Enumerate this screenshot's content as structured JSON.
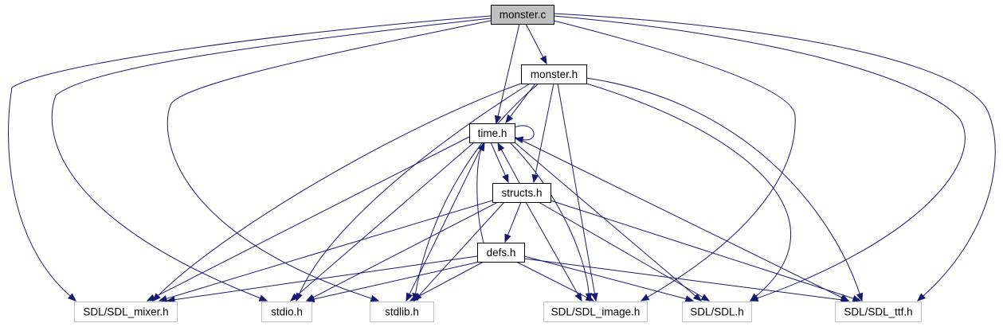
{
  "graph": {
    "title": "",
    "colors": {
      "edge": "#191970",
      "focus_fill": "#bfbfbf",
      "focus_stroke": "#000000",
      "documented_stroke": "#000000",
      "external_stroke": "#bfbfbf",
      "node_fill": "#ffffff"
    },
    "nodes": [
      {
        "id": "monster_c",
        "label": "monster.c",
        "kind": "focus"
      },
      {
        "id": "monster_h",
        "label": "monster.h",
        "kind": "documented"
      },
      {
        "id": "time_h",
        "label": "time.h",
        "kind": "documented"
      },
      {
        "id": "structs_h",
        "label": "structs.h",
        "kind": "documented"
      },
      {
        "id": "defs_h",
        "label": "defs.h",
        "kind": "documented"
      },
      {
        "id": "sdl_mixer_h",
        "label": "SDL/SDL_mixer.h",
        "kind": "external"
      },
      {
        "id": "stdio_h",
        "label": "stdio.h",
        "kind": "external"
      },
      {
        "id": "stdlib_h",
        "label": "stdlib.h",
        "kind": "external"
      },
      {
        "id": "sdl_image_h",
        "label": "SDL/SDL_image.h",
        "kind": "external"
      },
      {
        "id": "sdl_h",
        "label": "SDL/SDL.h",
        "kind": "external"
      },
      {
        "id": "sdl_ttf_h",
        "label": "SDL/SDL_ttf.h",
        "kind": "external"
      }
    ],
    "edges": [
      {
        "from": "monster_c",
        "to": "monster_h"
      },
      {
        "from": "monster_c",
        "to": "time_h"
      },
      {
        "from": "monster_c",
        "to": "sdl_mixer_h"
      },
      {
        "from": "monster_c",
        "to": "stdio_h"
      },
      {
        "from": "monster_c",
        "to": "stdlib_h"
      },
      {
        "from": "monster_c",
        "to": "sdl_image_h"
      },
      {
        "from": "monster_c",
        "to": "sdl_h"
      },
      {
        "from": "monster_c",
        "to": "sdl_ttf_h"
      },
      {
        "from": "monster_h",
        "to": "time_h"
      },
      {
        "from": "monster_h",
        "to": "structs_h"
      },
      {
        "from": "monster_h",
        "to": "sdl_mixer_h"
      },
      {
        "from": "monster_h",
        "to": "stdio_h"
      },
      {
        "from": "monster_h",
        "to": "stdlib_h"
      },
      {
        "from": "monster_h",
        "to": "sdl_image_h"
      },
      {
        "from": "monster_h",
        "to": "sdl_h"
      },
      {
        "from": "monster_h",
        "to": "sdl_ttf_h"
      },
      {
        "from": "time_h",
        "to": "time_h"
      },
      {
        "from": "time_h",
        "to": "structs_h"
      },
      {
        "from": "time_h",
        "to": "sdl_mixer_h"
      },
      {
        "from": "time_h",
        "to": "stdio_h"
      },
      {
        "from": "time_h",
        "to": "stdlib_h"
      },
      {
        "from": "time_h",
        "to": "sdl_image_h"
      },
      {
        "from": "time_h",
        "to": "sdl_h"
      },
      {
        "from": "time_h",
        "to": "sdl_ttf_h"
      },
      {
        "from": "structs_h",
        "to": "time_h"
      },
      {
        "from": "structs_h",
        "to": "defs_h"
      },
      {
        "from": "structs_h",
        "to": "sdl_mixer_h"
      },
      {
        "from": "structs_h",
        "to": "stdio_h"
      },
      {
        "from": "structs_h",
        "to": "stdlib_h"
      },
      {
        "from": "structs_h",
        "to": "sdl_image_h"
      },
      {
        "from": "structs_h",
        "to": "sdl_h"
      },
      {
        "from": "structs_h",
        "to": "sdl_ttf_h"
      },
      {
        "from": "defs_h",
        "to": "time_h"
      },
      {
        "from": "defs_h",
        "to": "sdl_mixer_h"
      },
      {
        "from": "defs_h",
        "to": "stdio_h"
      },
      {
        "from": "defs_h",
        "to": "stdlib_h"
      },
      {
        "from": "defs_h",
        "to": "sdl_image_h"
      },
      {
        "from": "defs_h",
        "to": "sdl_h"
      },
      {
        "from": "defs_h",
        "to": "sdl_ttf_h"
      }
    ]
  }
}
